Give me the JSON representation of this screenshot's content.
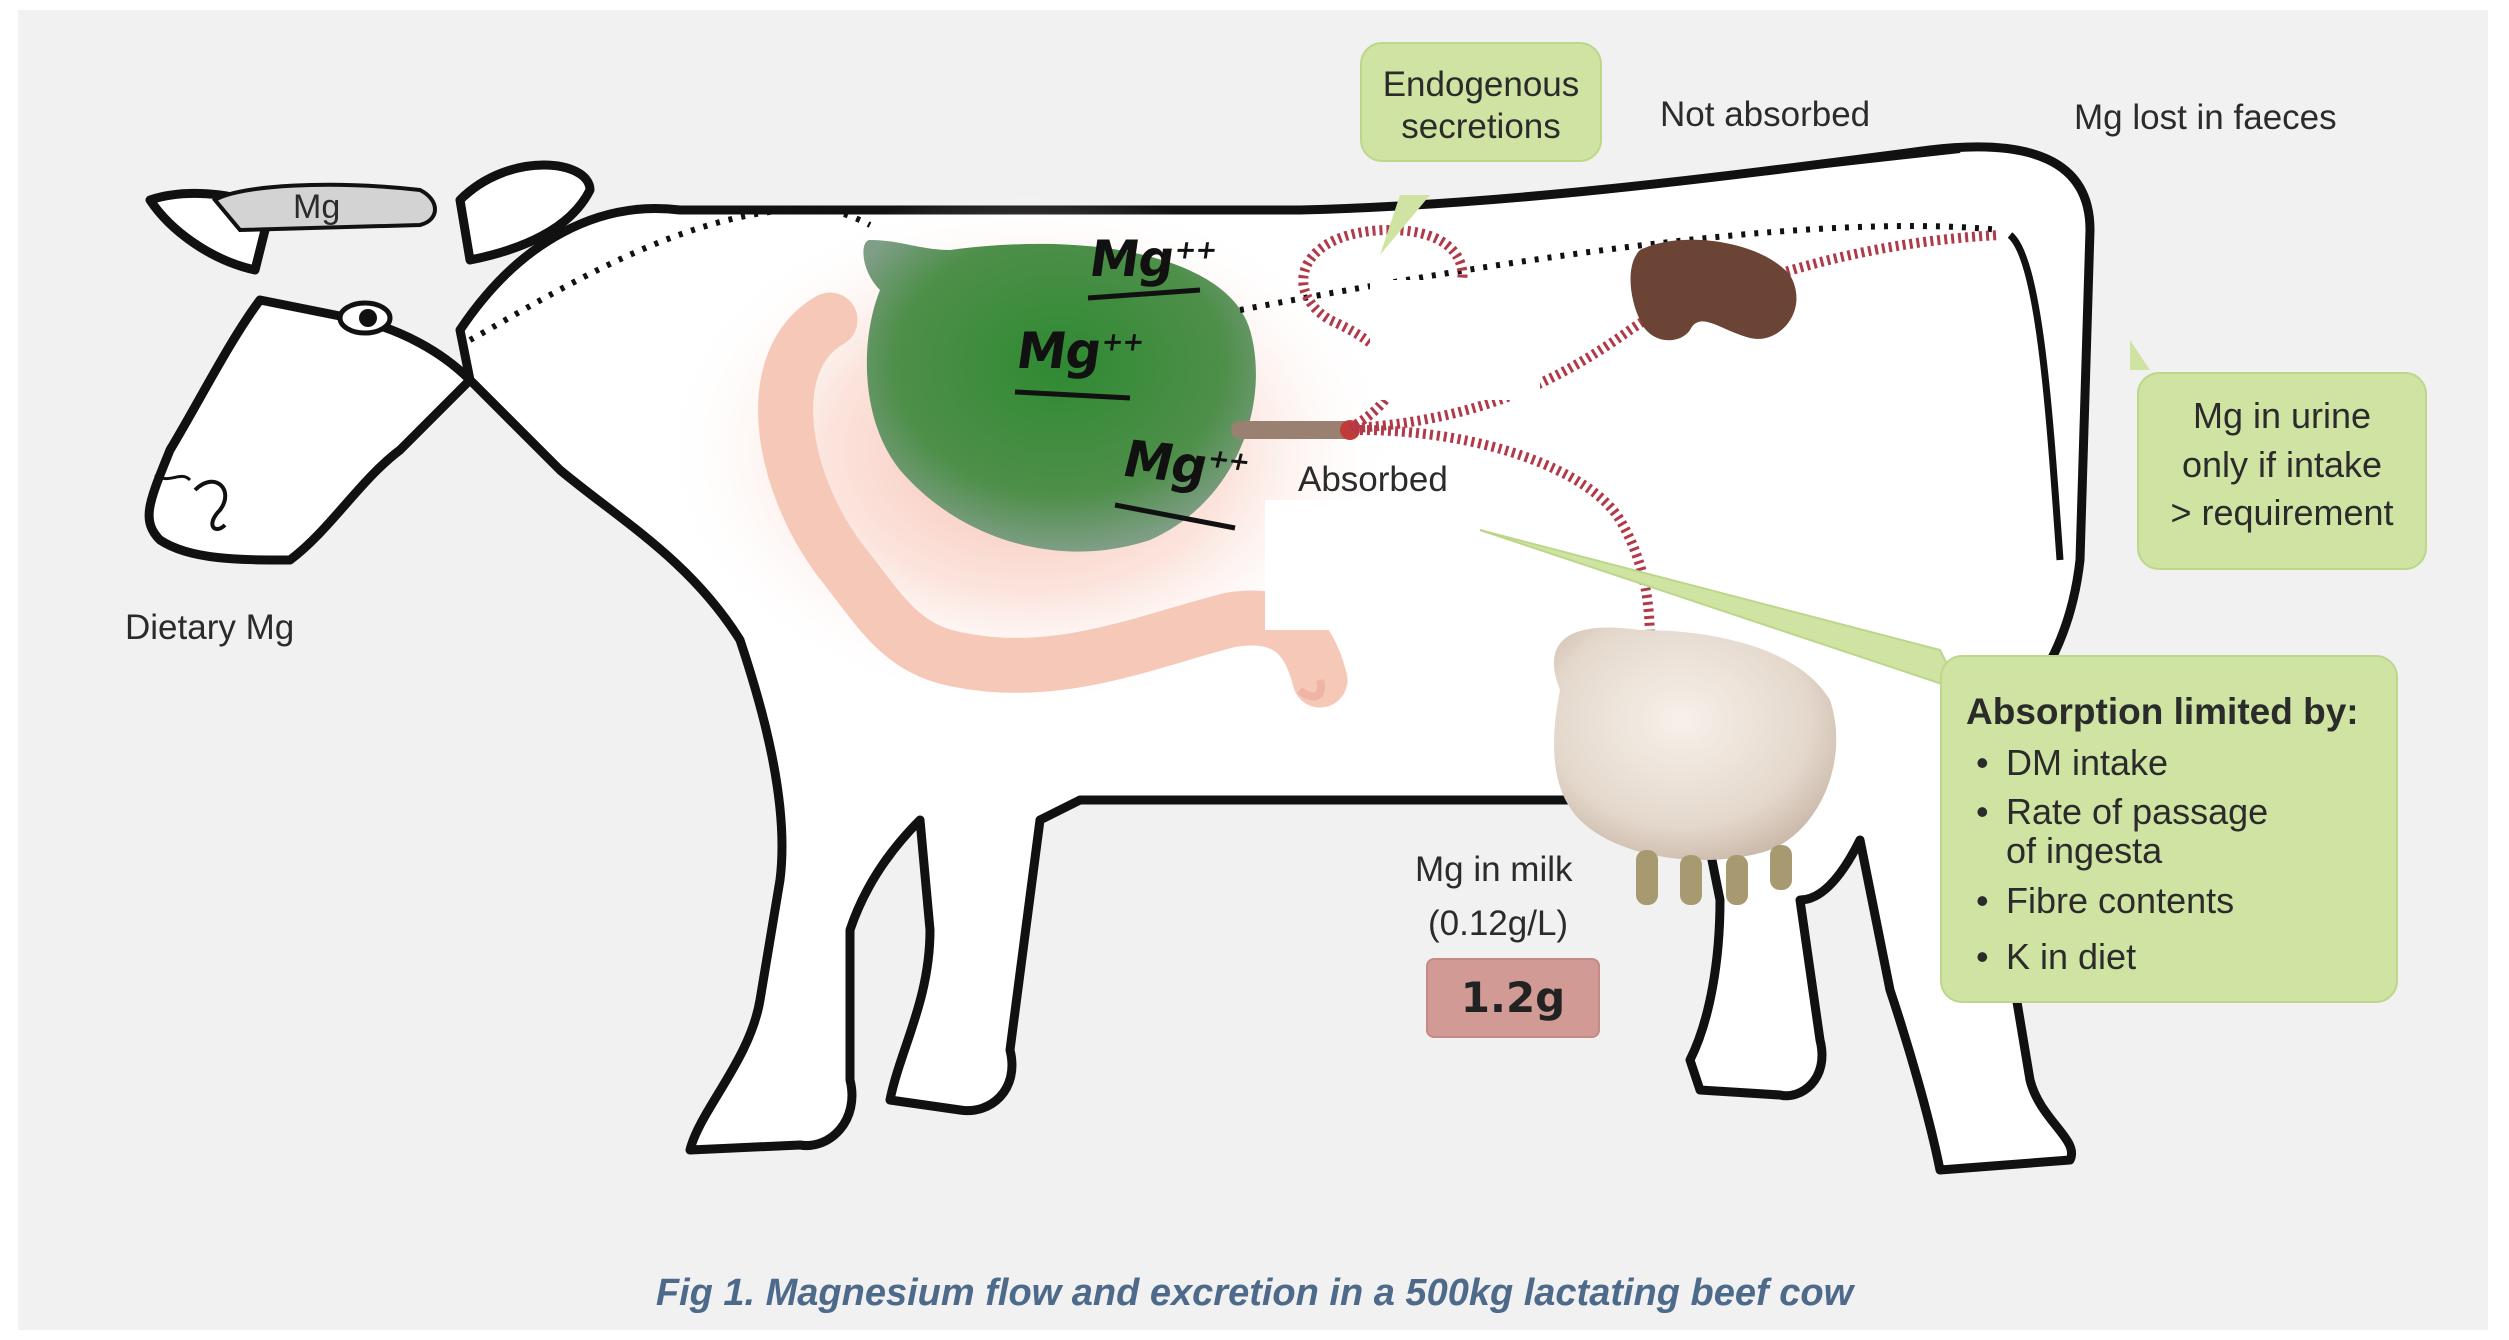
{
  "labels": {
    "head_mg": "Mg",
    "dietary_mg": "Dietary Mg",
    "endogenous": "Endogenous secretions",
    "not_absorbed": "Not absorbed",
    "mg_lost_faeces": "Mg lost in faeces",
    "absorbed": "Absorbed",
    "mg_in_milk": "Mg in milk",
    "milk_concentration": "(0.12g/L)",
    "milk_amount": "1.2g",
    "rumen_ion": "Mg",
    "rumen_ion_charge": "++"
  },
  "urine_box": {
    "line1": "Mg in urine",
    "line2": "only if intake",
    "line3": "> requirement"
  },
  "absorption_box": {
    "heading": "Absorption limited by:",
    "items": [
      "DM intake",
      "Rate of passage of ingesta",
      "Fibre contents",
      "K in diet"
    ]
  },
  "caption": "Fig 1.  Magnesium flow and excretion in a 500kg lactating beef cow",
  "colors": {
    "background": "#f1f1f2",
    "callout_green": "#cfe3a2",
    "rumen_green": "#3f8a3a",
    "vessel_red": "#b03a4a",
    "kidney_brown": "#6b4436",
    "milk_badge": "#d29a95",
    "caption_blue": "#4d6a8a"
  }
}
